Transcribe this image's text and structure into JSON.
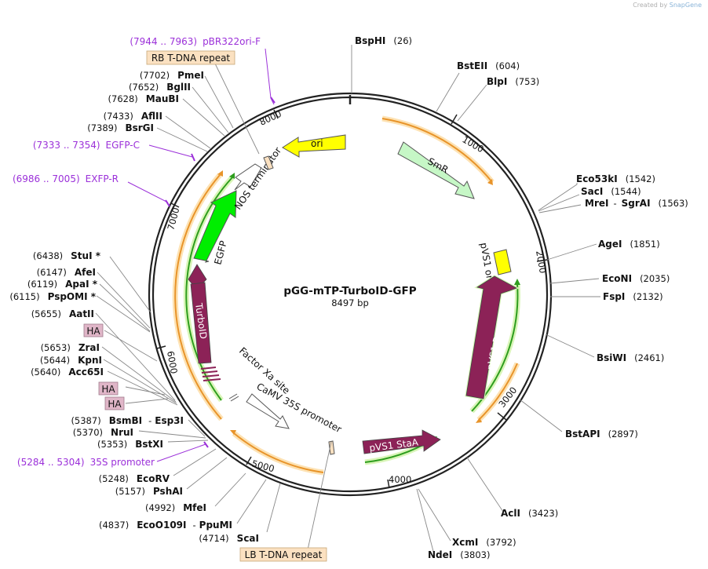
{
  "credit": {
    "prefix": "Created by",
    "brand": "SnapGene"
  },
  "plasmid": {
    "name": "pGG-mTP-TurboID-GFP",
    "length": "8497 bp"
  },
  "ticks": [
    "1000",
    "2000",
    "3000",
    "4000",
    "5000",
    "6000",
    "7000",
    "8000"
  ],
  "sites": [
    {
      "name": "BspHI",
      "pos": "(26)"
    },
    {
      "name": "BstEII",
      "pos": "(604)"
    },
    {
      "name": "BlpI",
      "pos": "(753)"
    },
    {
      "name": "Eco53kI",
      "pos": "(1542)"
    },
    {
      "name": "SacI",
      "pos": "(1544)"
    },
    {
      "name": "MreI",
      "sep": "-",
      "name2": "SgrAI",
      "pos": "(1563)"
    },
    {
      "name": "AgeI",
      "pos": "(1851)"
    },
    {
      "name": "EcoNI",
      "pos": "(2035)"
    },
    {
      "name": "FspI",
      "pos": "(2132)"
    },
    {
      "name": "BsiWI",
      "pos": "(2461)"
    },
    {
      "name": "BstAPI",
      "pos": "(2897)"
    },
    {
      "name": "AclI",
      "pos": "(3423)"
    },
    {
      "name": "XcmI",
      "pos": "(3792)"
    },
    {
      "name": "NdeI",
      "pos": "(3803)"
    },
    {
      "name": "ScaI",
      "pos": "(4714)"
    },
    {
      "name": "EcoO109I",
      "sep": "-",
      "name2": "PpuMI",
      "pos": "(4837)"
    },
    {
      "name": "MfeI",
      "pos": "(4992)"
    },
    {
      "name": "PshAI",
      "pos": "(5157)"
    },
    {
      "name": "EcoRV",
      "pos": "(5248)"
    },
    {
      "name": "BstXI",
      "pos": "(5353)"
    },
    {
      "name": "NruI",
      "pos": "(5370)"
    },
    {
      "name": "BsmBI",
      "sep": "-",
      "name2": "Esp3I",
      "pos": "(5387)"
    },
    {
      "name": "Acc65I",
      "pos": "(5640)"
    },
    {
      "name": "KpnI",
      "pos": "(5644)"
    },
    {
      "name": "ZraI",
      "pos": "(5653)"
    },
    {
      "name": "AatII",
      "pos": "(5655)"
    },
    {
      "name": "PspOMI *",
      "pos": "(6115)"
    },
    {
      "name": "ApaI *",
      "pos": "(6119)"
    },
    {
      "name": "AfeI",
      "pos": "(6147)"
    },
    {
      "name": "StuI *",
      "pos": "(6438)"
    },
    {
      "name": "BsrGI",
      "pos": "(7389)"
    },
    {
      "name": "AflII",
      "pos": "(7433)"
    },
    {
      "name": "MauBI",
      "pos": "(7628)"
    },
    {
      "name": "BglII",
      "pos": "(7652)"
    },
    {
      "name": "PmeI",
      "pos": "(7702)"
    }
  ],
  "primers": [
    {
      "range": "(7944 .. 7963)",
      "name": "pBR322ori-F"
    },
    {
      "range": "(7333 .. 7354)",
      "name": "EGFP-C"
    },
    {
      "range": "(6986 .. 7005)",
      "name": "EXFP-R"
    },
    {
      "range": "(5284 .. 5304)",
      "name": "35S promoter"
    }
  ],
  "boxes": {
    "rb": "RB T-DNA repeat",
    "lb": "LB T-DNA repeat",
    "ha1": "HA",
    "ha2": "HA",
    "ha3": "HA"
  },
  "features": {
    "ori": "ori",
    "smr": "SmR",
    "pvs1_oriv": "pVS1 oriV",
    "pvs1_repa": "pVS1 RepA",
    "pvs1_staa": "pVS1 StaA",
    "egfp": "EGFP",
    "turboid": "TurboID",
    "nos": "NOS terminator",
    "factorxa": "Factor Xa site",
    "camv": "CaMV 35S promoter"
  },
  "colors": {
    "backbone": "#222222",
    "orf_orange": "#f0a83a",
    "orf_green": "#2e9e1e",
    "ori_yellow": "#ffff00",
    "smr_green": "#c6f7c6",
    "egfp_green": "#00ee00",
    "maroon": "#8c2257",
    "primer_purple": "#9b30d9",
    "box_peach": "#fbe1c1",
    "box_pink": "#e0b6c8"
  }
}
